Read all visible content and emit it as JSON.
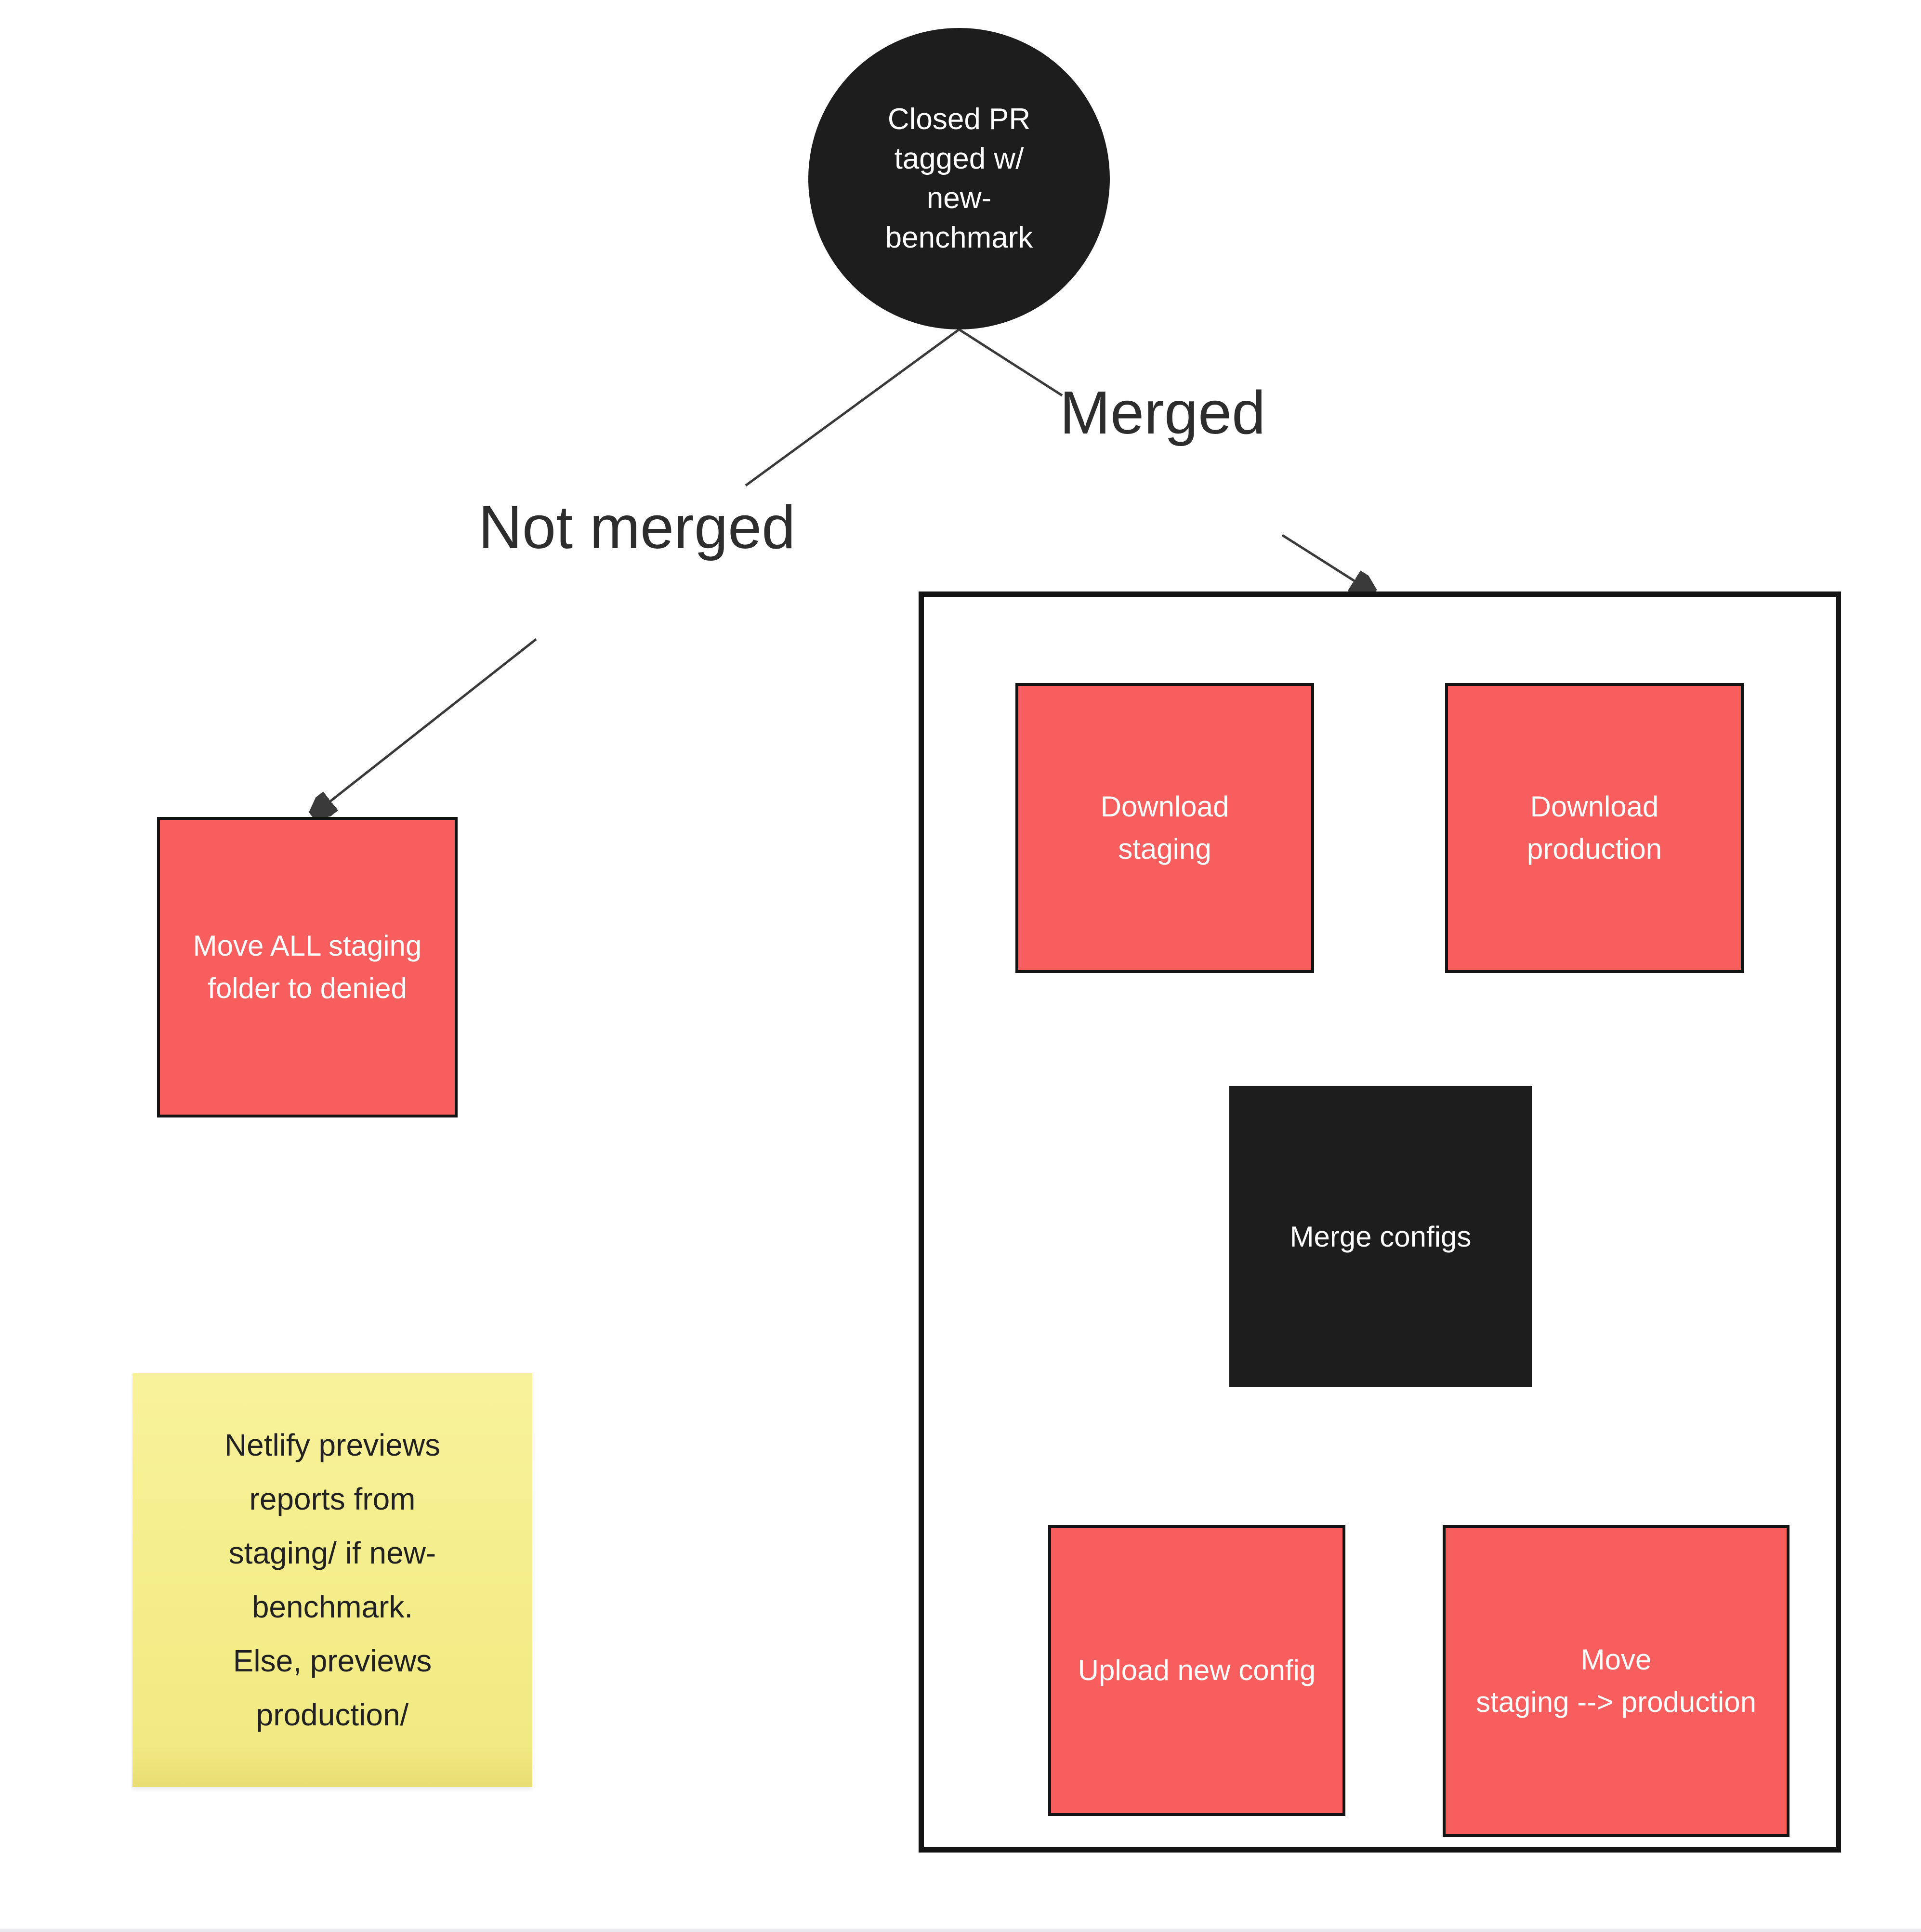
{
  "colors": {
    "red": "#f95e5e",
    "black": "#1d1d1d",
    "edge": "#141414",
    "line": "#3a3a3a",
    "label_text": "#2d2d2d",
    "note_bg": "#f5ee8c"
  },
  "nodes": {
    "start": {
      "lines": [
        "Closed PR",
        "tagged w/",
        "new-",
        "benchmark"
      ]
    },
    "move_all_staging": {
      "lines": [
        "Move ALL staging",
        "folder to denied"
      ]
    },
    "download_staging": {
      "lines": [
        "Download",
        "staging"
      ]
    },
    "download_production": {
      "lines": [
        "Download",
        "production"
      ]
    },
    "merge_configs": {
      "lines": [
        "Merge configs"
      ]
    },
    "upload_new_config": {
      "lines": [
        "Upload new config"
      ]
    },
    "move_staging_to_production": {
      "lines": [
        "Move",
        "staging --> production"
      ]
    }
  },
  "branch_labels": {
    "not_merged": "Not merged",
    "merged": "Merged"
  },
  "sticky_note": {
    "lines": [
      "Netlify previews",
      "reports from",
      "staging/ if new-",
      "benchmark.",
      "Else, previews",
      "production/"
    ]
  }
}
